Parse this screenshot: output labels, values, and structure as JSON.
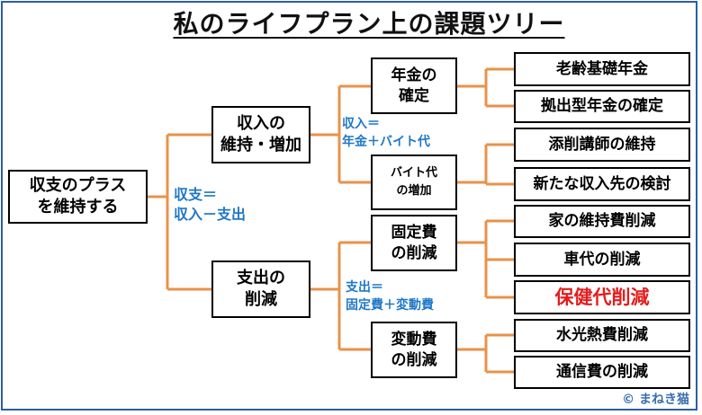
{
  "title": "私のライフプラン上の課題ツリー",
  "root": {
    "label": "収支のプラス\nを維持する"
  },
  "formulas": {
    "balance": "収支＝\n収入－支出",
    "income": "収入＝\n年金＋バイト代",
    "expense": "支出＝\n固定費＋変動費"
  },
  "branches": {
    "income": {
      "label": "収入の\n維持・増加",
      "children": [
        {
          "label": "年金の\n確定",
          "leaves": [
            "老齢基礎年金",
            "拠出型年金の確定"
          ]
        },
        {
          "label": "バイト代\nの増加",
          "leaves": [
            "添削講師の維持",
            "新たな収入先の検討"
          ]
        }
      ]
    },
    "expense": {
      "label": "支出の\n削減",
      "children": [
        {
          "label": "固定費\nの削減",
          "leaves": [
            "家の維持費削減",
            "車代の削減",
            "保健代削減"
          ]
        },
        {
          "label": "変動費\nの削減",
          "leaves": [
            "水光熱費削減",
            "通信費の削減"
          ]
        }
      ]
    }
  },
  "highlight_color": "#e51c1c",
  "formula_color": "#1f78c8",
  "connector_color": "#e8924a",
  "credit": "© まねき猫"
}
